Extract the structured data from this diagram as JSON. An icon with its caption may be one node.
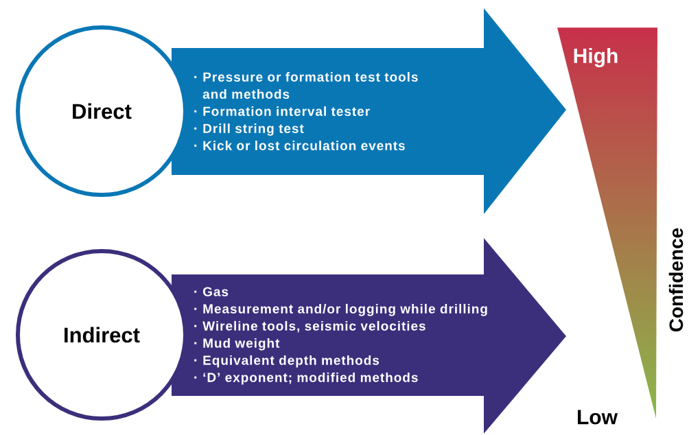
{
  "diagram": {
    "nodes": [
      {
        "text": [
          "Direct"
        ]
      },
      {
        "text": [
          "Pressure or formation test tools and methods",
          "Formation interval tester",
          "Drill string test",
          "Kick or lost circulation events"
        ]
      },
      {
        "text": [
          "Indirect"
        ]
      },
      {
        "text": [
          "Gas",
          "Measurement and/or logging while drilling",
          "Wireline tools, seismic velocities",
          "Mud weight",
          "Equivalent depth methods",
          "‘D’ exponent; modified methods"
        ]
      },
      {
        "text": [
          "High",
          "Low"
        ]
      }
    ],
    "labels": [
      "Confidence"
    ]
  }
}
